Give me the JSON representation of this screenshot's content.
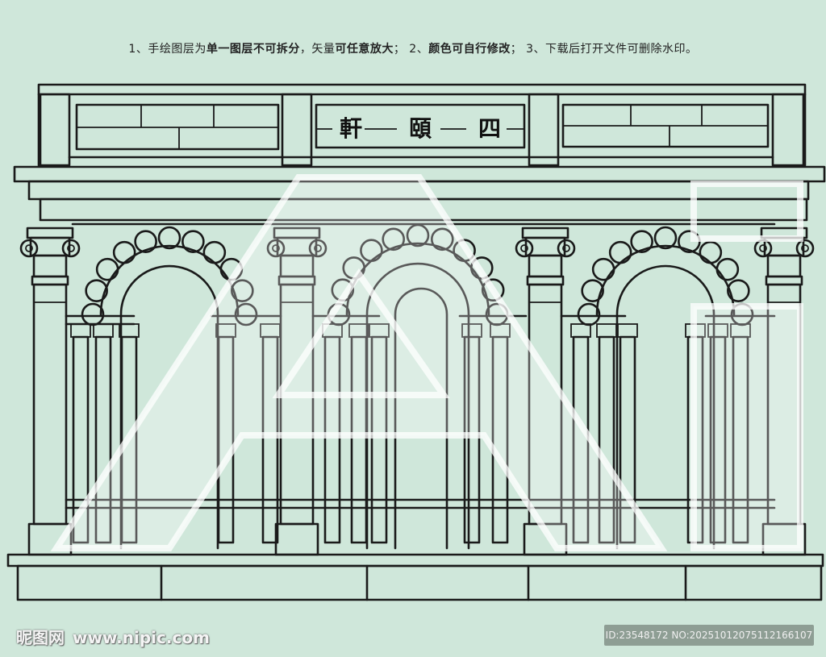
{
  "notice": {
    "part1": "1、手绘图层为",
    "part2": "单一图层不可拆分",
    "part3": "，矢量",
    "part4": "可任意放大",
    "part5": "；  2、",
    "part6": "颜色可自行修改",
    "part7": "；  3、下载后打开文件可删除水印。"
  },
  "signboard": {
    "chars": [
      "軒",
      "頤",
      "四"
    ]
  },
  "watermark": {
    "logo_text": "昵图网",
    "site": "www.nipic.com",
    "id_text": "ID:23548172 NO:20251012075112166107"
  },
  "colors": {
    "background": "#cfe7da",
    "line": "#1a1a1a",
    "id_box": "#8e9e94"
  }
}
